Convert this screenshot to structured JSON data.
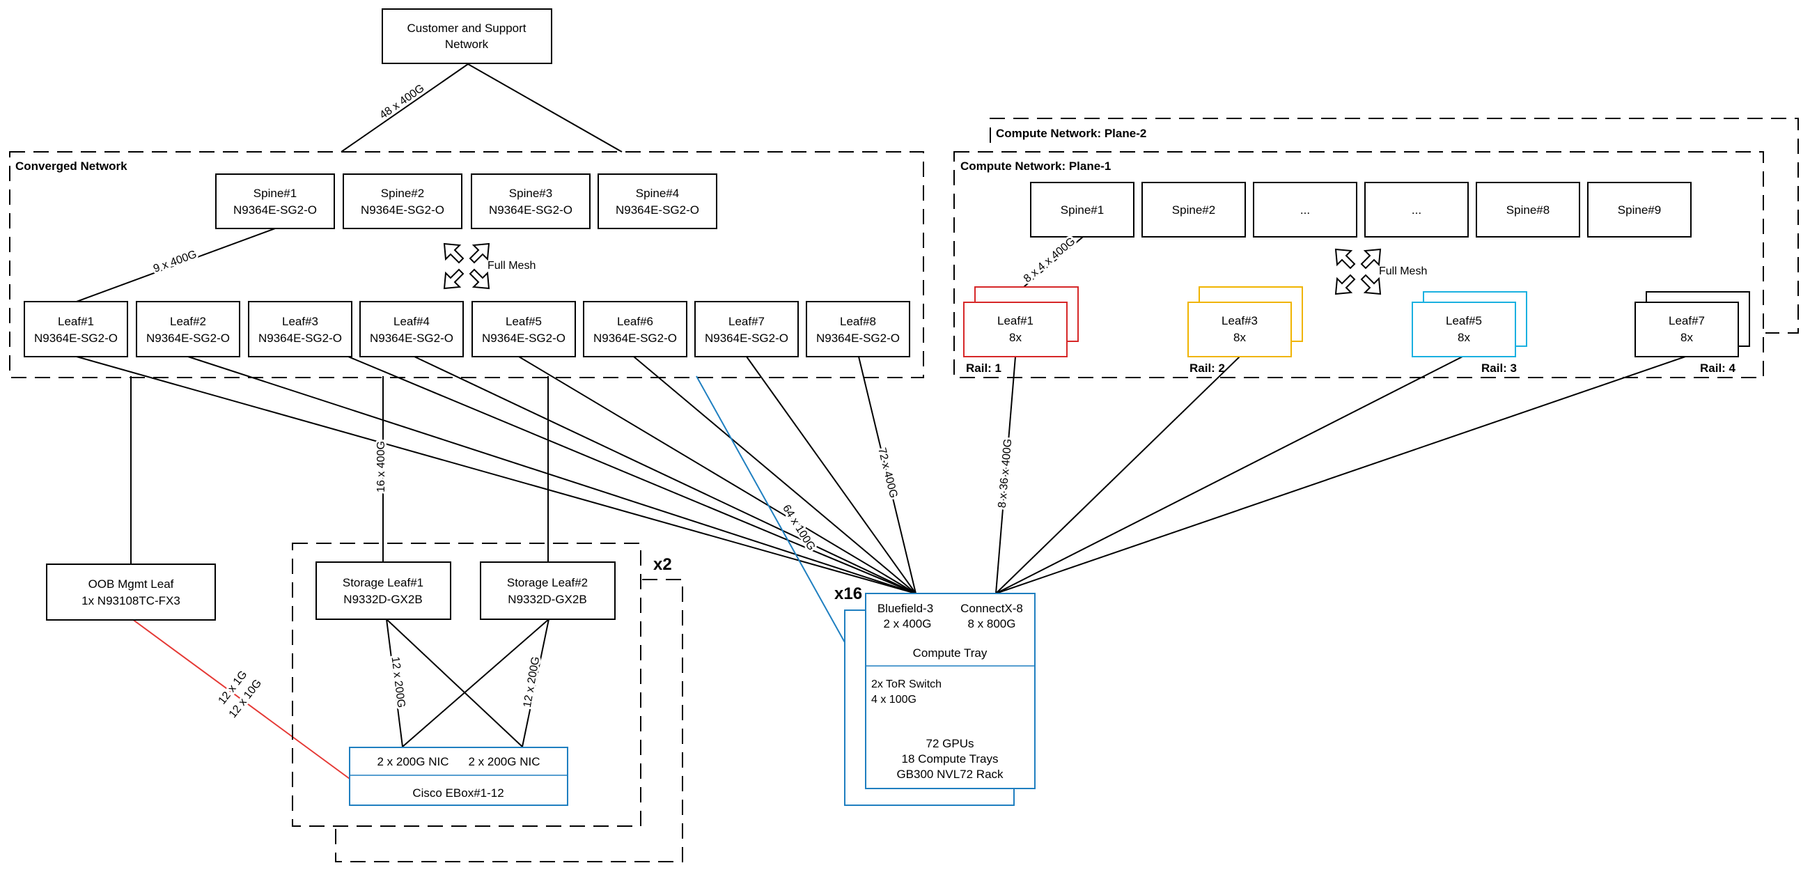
{
  "customer_network": [
    "Customer and Support",
    "Network"
  ],
  "converged_network": {
    "title": "Converged Network",
    "spines": [
      {
        "name": "Spine#1",
        "model": "N9364E-SG2-O"
      },
      {
        "name": "Spine#2",
        "model": "N9364E-SG2-O"
      },
      {
        "name": "Spine#3",
        "model": "N9364E-SG2-O"
      },
      {
        "name": "Spine#4",
        "model": "N9364E-SG2-O"
      }
    ],
    "leaves": [
      {
        "name": "Leaf#1",
        "model": "N9364E-SG2-O"
      },
      {
        "name": "Leaf#2",
        "model": "N9364E-SG2-O"
      },
      {
        "name": "Leaf#3",
        "model": "N9364E-SG2-O"
      },
      {
        "name": "Leaf#4",
        "model": "N9364E-SG2-O"
      },
      {
        "name": "Leaf#5",
        "model": "N9364E-SG2-O"
      },
      {
        "name": "Leaf#6",
        "model": "N9364E-SG2-O"
      },
      {
        "name": "Leaf#7",
        "model": "N9364E-SG2-O"
      },
      {
        "name": "Leaf#8",
        "model": "N9364E-SG2-O"
      }
    ],
    "full_mesh": "Full Mesh"
  },
  "compute_network": {
    "plane2_title": "Compute Network: Plane-2",
    "plane1_title": "Compute Network: Plane-1",
    "spines": [
      "Spine#1",
      "Spine#2",
      "...",
      "...",
      "Spine#8",
      "Spine#9"
    ],
    "leaves": [
      {
        "name": "Leaf#1",
        "count": "8x",
        "rail": "Rail: 1",
        "color": "#d62728"
      },
      {
        "name": "Leaf#3",
        "count": "8x",
        "rail": "Rail: 2",
        "color": "#f0b400"
      },
      {
        "name": "Leaf#5",
        "count": "8x",
        "rail": "Rail: 3",
        "color": "#1ab0e0"
      },
      {
        "name": "Leaf#7",
        "count": "8x",
        "rail": "Rail: 4",
        "color": "#000000"
      }
    ],
    "full_mesh": "Full Mesh"
  },
  "oob_leaf": [
    "OOB Mgmt Leaf",
    "1x N93108TC-FX3"
  ],
  "storage": {
    "multiplier": "x2",
    "leaf1": [
      "Storage Leaf#1",
      "N9332D-GX2B"
    ],
    "leaf2": [
      "Storage Leaf#2",
      "N9332D-GX2B"
    ],
    "nic1": "2 x 200G NIC",
    "nic2": "2 x 200G NIC",
    "ebox": "Cisco EBox#1-12"
  },
  "rack": {
    "multiplier": "x16",
    "bluefield": [
      "Bluefield-3",
      "2 x 400G"
    ],
    "connectx": [
      "ConnectX-8",
      "8 x 800G"
    ],
    "compute_tray": "Compute Tray",
    "tor": [
      "2x ToR Switch",
      "4 x 100G"
    ],
    "summary": [
      "72 GPUs",
      "18 Compute Trays",
      "GB300 NVL72 Rack"
    ]
  },
  "link_labels": {
    "customer": "48 x 400G",
    "converged_spine_leaf": "9 x 400G",
    "storage_uplink": "16 x 400G",
    "tor": "64 x 100G",
    "converged_compute": "72 x 400G",
    "compute_spine_leaf": "8 x 4 x 400G",
    "compute_leaf_tray": "8 x 36 x 400G",
    "storage_nic_left": "12 x 200G",
    "storage_nic_right": "12 x 200G",
    "oob_1g": "12 x 1G",
    "oob_10g": "12 x 10G"
  },
  "colors": {
    "oob_link": "#e53935",
    "blue": "#1f7fc0",
    "line": "#000000"
  }
}
